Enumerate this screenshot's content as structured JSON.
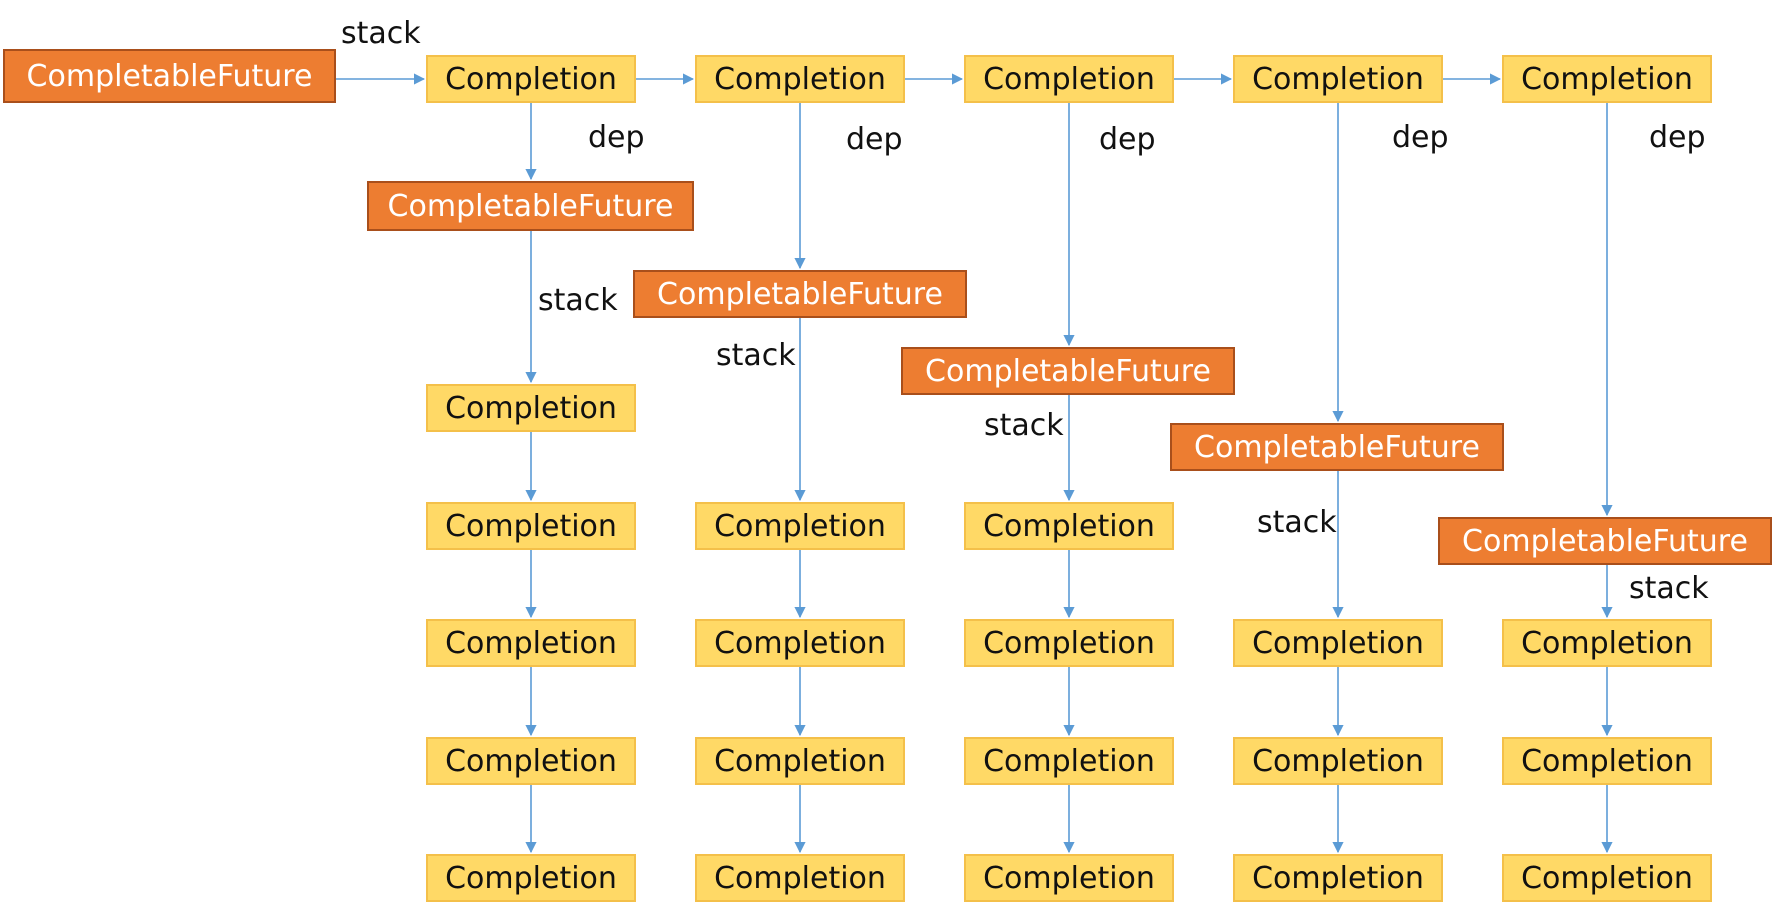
{
  "labels": {
    "completable_future": "CompletableFuture",
    "completion": "Completion",
    "stack": "stack",
    "dep": "dep"
  },
  "colors": {
    "completable_future_fill": "#ED7D31",
    "completable_future_border": "#A94F1B",
    "completion_fill": "#FFD966",
    "completion_border": "#F4C04A",
    "arrow": "#5B9BD5"
  }
}
